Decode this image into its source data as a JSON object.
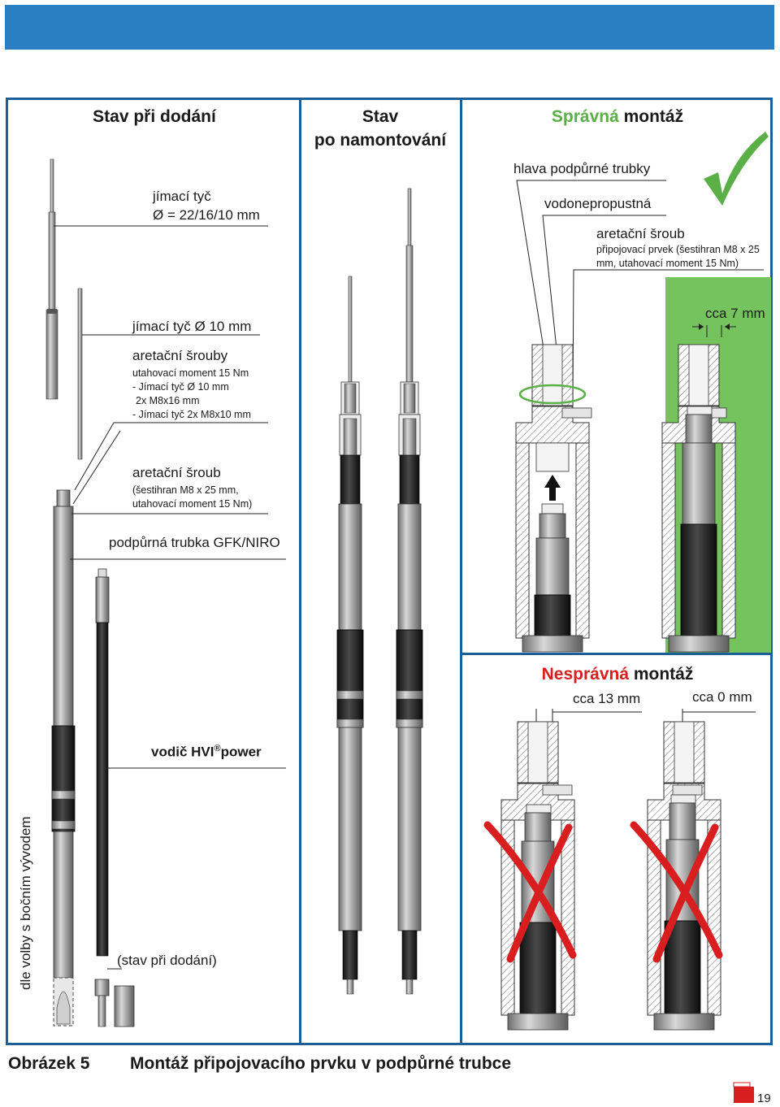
{
  "header": {
    "color": "#2a7fc2"
  },
  "columns": {
    "delivery_title": "Stav při dodání",
    "mounted_title_line1": "Stav",
    "mounted_title_line2": "po namontování",
    "correct_title_word1": "Správná",
    "correct_title_word2": "montáž",
    "incorrect_title_word1": "Nesprávná",
    "incorrect_title_word2": "montáž"
  },
  "delivery_labels": {
    "rod_line1": "jímací tyč",
    "rod_line2": "Ø = 22/16/10 mm",
    "rod10": "jímací tyč Ø 10 mm",
    "screws_title": "aretační šrouby",
    "screws_line1": "utahovací moment 15 Nm",
    "screws_line2": "- Jímací tyč Ø 10 mm",
    "screws_line3": "2x M8x16 mm",
    "screws_line4": "- Jímací tyč 2x M8x10 mm",
    "screw_title": "aretační šroub",
    "screw_line1": "(šestihran M8 x 25 mm,",
    "screw_line2": "utahovací moment 15 Nm)",
    "support_tube": "podpůrná trubka GFK/NIRO",
    "conductor_prefix": "vodič HVI",
    "conductor_reg": "®",
    "conductor_suffix": "power",
    "delivery_state": "(stav při dodání)",
    "side_option": "dle volby s bočním vývodem"
  },
  "correct_labels": {
    "head": "hlava podpůrné trubky",
    "waterproof": "vodonepropustná",
    "screw_title": "aretační šroub",
    "screw_line1": "připojovací prvek (šestihran M8 x 25",
    "screw_line2": "mm, utahovací moment 15 Nm)",
    "gap": "cca 7 mm"
  },
  "incorrect_labels": {
    "gap1": "cca 13 mm",
    "gap2": "cca 0 mm"
  },
  "caption": {
    "label": "Obrázek 5",
    "text": "Montáž připojovacího prvku v podpůrné trubce"
  },
  "page_number": "19",
  "colors": {
    "accent_blue": "#1c5e96",
    "green_panel": "#74c35c",
    "check": "#5ab046",
    "cross": "#d81e1e"
  }
}
